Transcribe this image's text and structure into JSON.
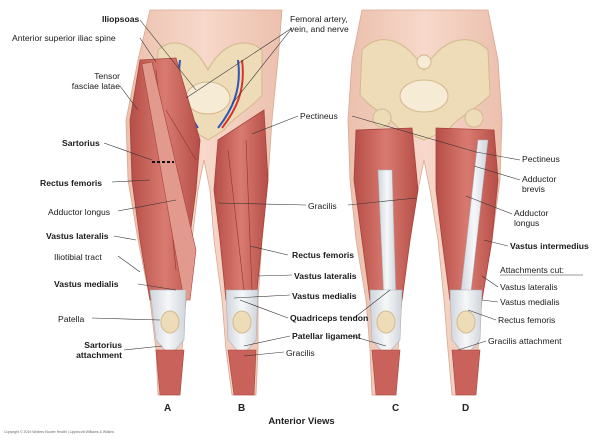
{
  "labels": {
    "iliopsoas": "Iliopsoas",
    "asis": "Anterior superior iliac spine",
    "femoral": "Femoral artery,\nvein, and nerve",
    "tensor": "Tensor\nfasciae latae",
    "sartorius": "Sartorius",
    "rectus_femoris_left": "Rectus femoris",
    "adductor_longus_left": "Adductor longus",
    "vastus_lateralis_left": "Vastus lateralis",
    "iliotibial": "Iliotibial tract",
    "vastus_medialis_left": "Vastus medialis",
    "patella": "Patella",
    "sartorius_attachment": "Sartorius\nattachment",
    "pectineus_mid": "Pectineus",
    "gracilis_mid": "Gracilis",
    "rectus_femoris_mid": "Rectus femoris",
    "vastus_lateralis_mid": "Vastus lateralis",
    "vastus_medialis_mid": "Vastus medialis",
    "quadriceps_tendon": "Quadriceps tendon",
    "patellar_ligament": "Patellar ligament",
    "gracilis_bottom": "Gracilis",
    "pectineus_right": "Pectineus",
    "adductor_brevis": "Adductor\nbrevis",
    "adductor_longus_right": "Adductor\nlongus",
    "vastus_intermedius": "Vastus intermedius",
    "attachments_cut": "Attachments cut:",
    "vastus_lateralis_right": "Vastus lateralis",
    "vastus_medialis_right": "Vastus medialis",
    "rectus_femoris_right": "Rectus femoris",
    "gracilis_attachment": "Gracilis attachment"
  },
  "panels": [
    "A",
    "B",
    "C",
    "D"
  ],
  "caption": "Anterior Views",
  "copyright": "Copyright © 2019 Wolters Kluwer Health | Lippincott Williams & Wilkins",
  "colors": {
    "muscle": "#c9625a",
    "muscle_dark": "#a8433c",
    "muscle_light": "#e29a8f",
    "bone": "#eedcb8",
    "bone_dark": "#d2b98c",
    "tendon": "#e9ecef",
    "skin": "#f4c9b8",
    "artery": "#d8352a",
    "vein": "#2f55b8",
    "nerve": "#f0c64a",
    "leader": "#333333"
  }
}
